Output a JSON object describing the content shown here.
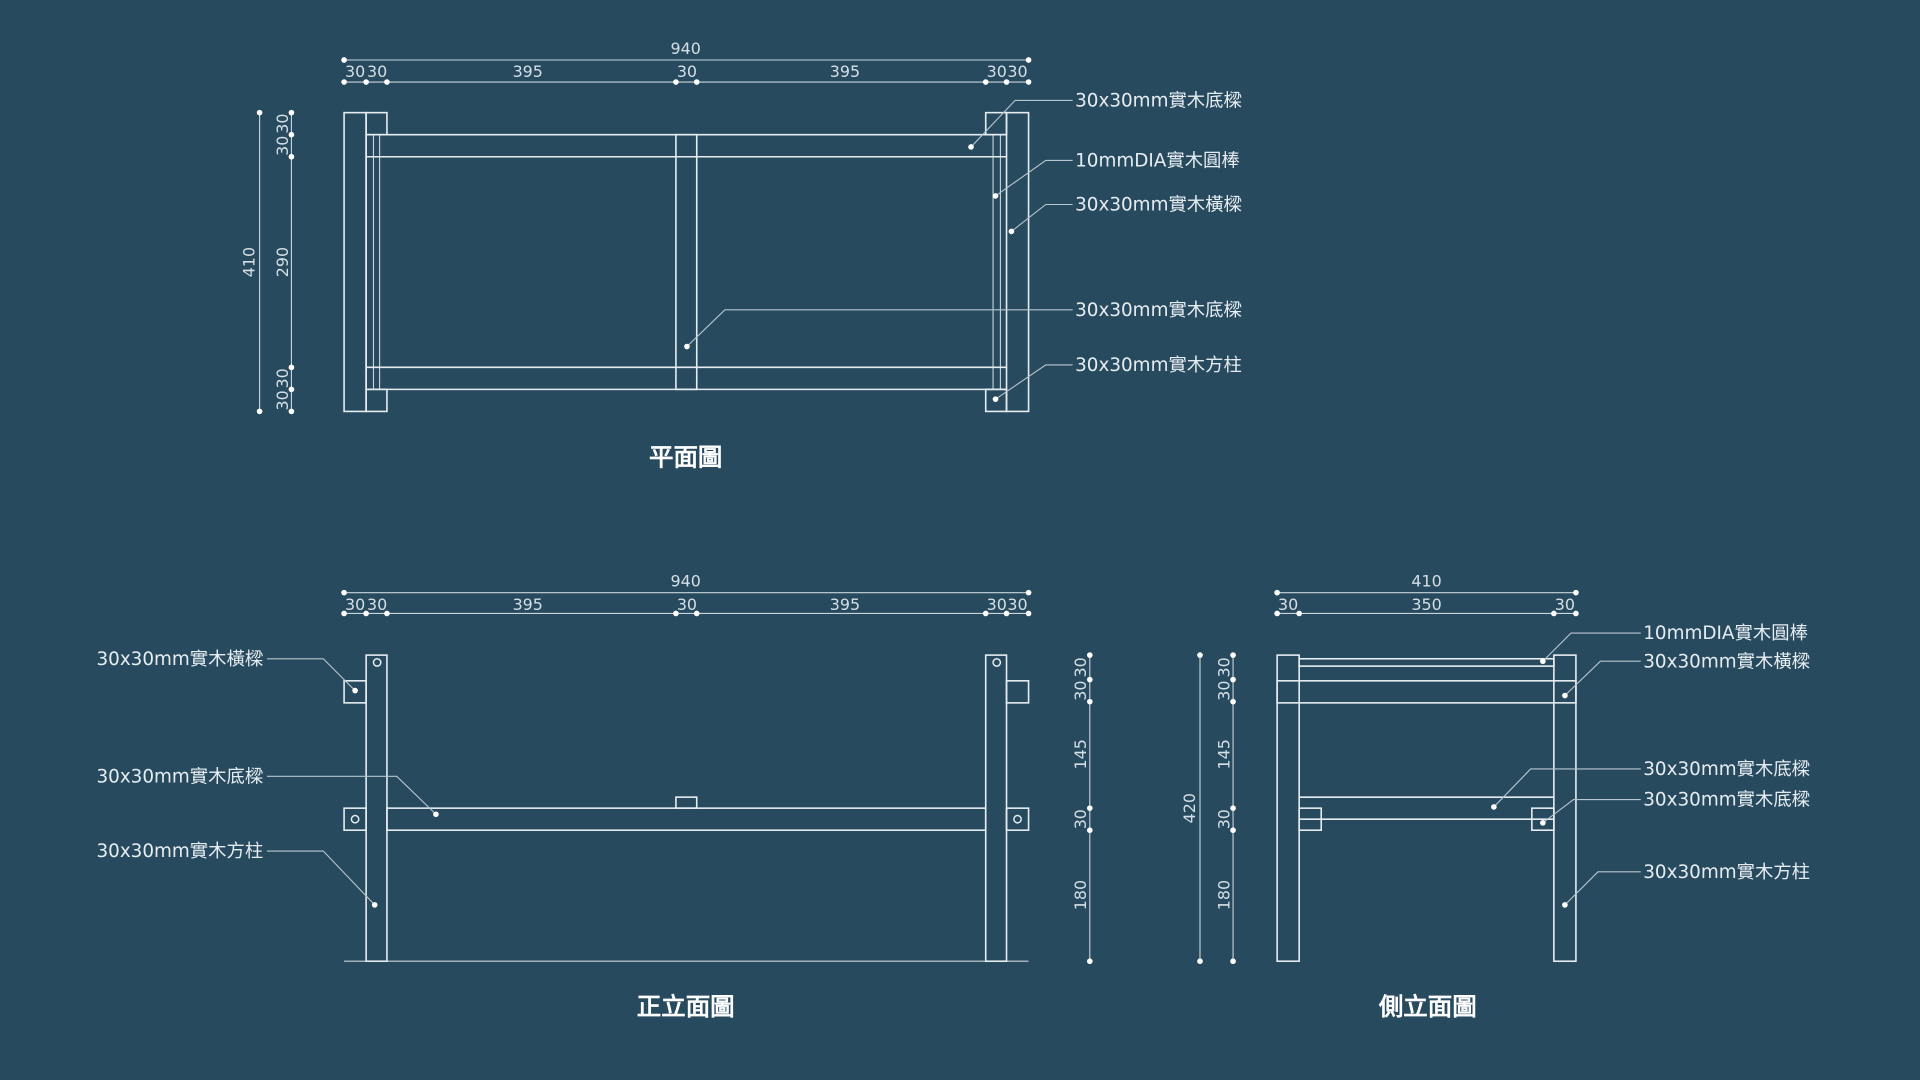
{
  "plan": {
    "title": "平面圖",
    "dims": {
      "overall": "940",
      "a": "30",
      "b": "30",
      "c": "395",
      "d": "30",
      "e": "395",
      "f": "30",
      "g": "30",
      "v_overall": "410",
      "v1": "30",
      "v2": "30",
      "v3": "290",
      "v4": "30",
      "v5": "30"
    },
    "labels": [
      "30x30mm實木底樑",
      "10mmDIA實木圓棒",
      "30x30mm實木橫樑",
      "30x30mm實木底樑",
      "30x30mm實木方柱"
    ]
  },
  "front": {
    "title": "正立面圖",
    "dims": {
      "overall": "940",
      "a": "30",
      "b": "30",
      "c": "395",
      "d": "30",
      "e": "395",
      "f": "30",
      "g": "30",
      "v1": "30",
      "v2": "30",
      "v3": "145",
      "v4": "30",
      "v5": "180"
    },
    "labels": [
      "30x30mm實木橫樑",
      "30x30mm實木底樑",
      "30x30mm實木方柱"
    ]
  },
  "side": {
    "title": "側立面圖",
    "dims": {
      "overall": "410",
      "a": "30",
      "b": "350",
      "c": "30",
      "v_overall": "420",
      "v1": "30",
      "v2": "30",
      "v3": "145",
      "v4": "30",
      "v5": "180"
    },
    "labels": [
      "10mmDIA實木圓棒",
      "30x30mm實木橫樑",
      "30x30mm實木底樑",
      "30x30mm實木底樑",
      "30x30mm實木方柱"
    ]
  }
}
